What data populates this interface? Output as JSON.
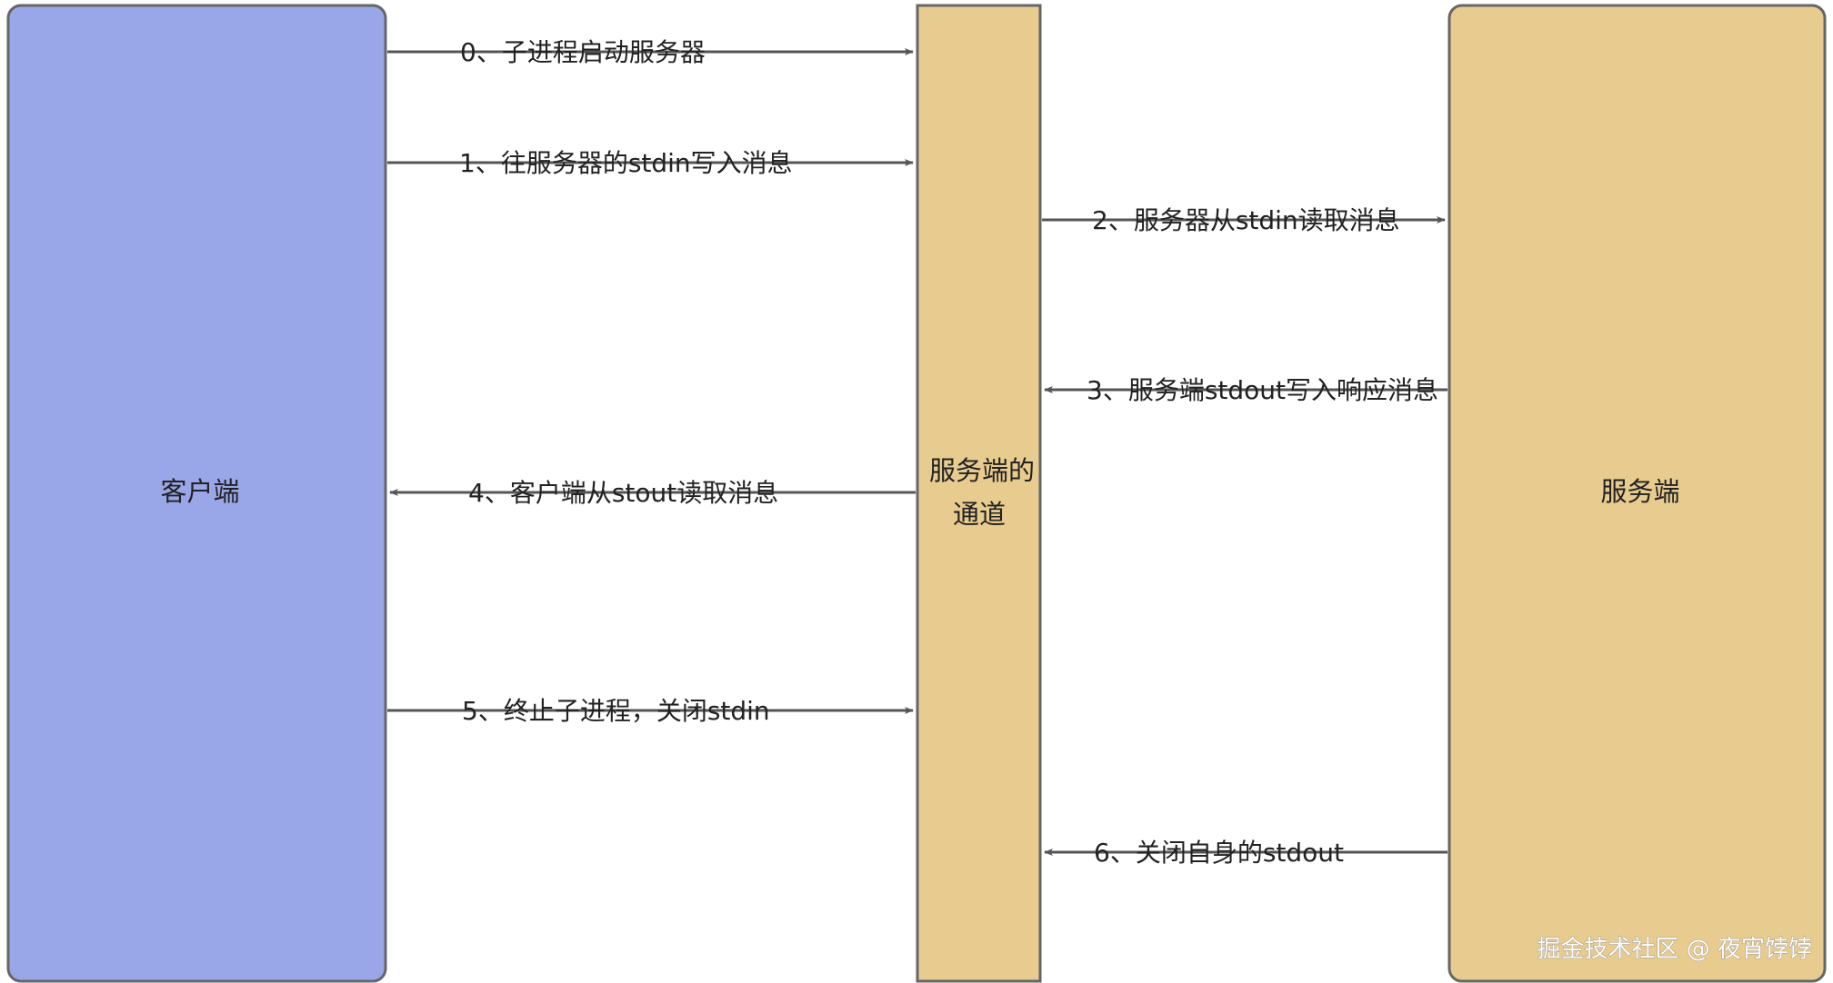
{
  "nodes": {
    "client": {
      "label": "客户端",
      "fill": "#99a7e8",
      "stroke": "#666666"
    },
    "channel": {
      "label_line1": "服务端的",
      "label_line2": "通道",
      "fill": "#e8cb8e",
      "stroke": "#666666"
    },
    "server": {
      "label": "服务端",
      "fill": "#e8cb8e",
      "stroke": "#666666"
    }
  },
  "edges": [
    {
      "label": "0、子进程启动服务器",
      "from": "client",
      "to": "channel"
    },
    {
      "label": "1、往服务器的stdin写入消息",
      "from": "client",
      "to": "channel"
    },
    {
      "label": "2、服务器从stdin读取消息",
      "from": "channel",
      "to": "server"
    },
    {
      "label": "3、服务端stdout写入响应消息",
      "from": "server",
      "to": "channel"
    },
    {
      "label": "4、客户端从stout读取消息",
      "from": "channel",
      "to": "client"
    },
    {
      "label": "5、终止子进程，关闭stdin",
      "from": "client",
      "to": "channel"
    },
    {
      "label": "6、关闭自身的stdout",
      "from": "server",
      "to": "channel"
    }
  ],
  "watermark": "掘金技术社区 @ 夜宵饽饽",
  "colors": {
    "line": "#555555"
  }
}
